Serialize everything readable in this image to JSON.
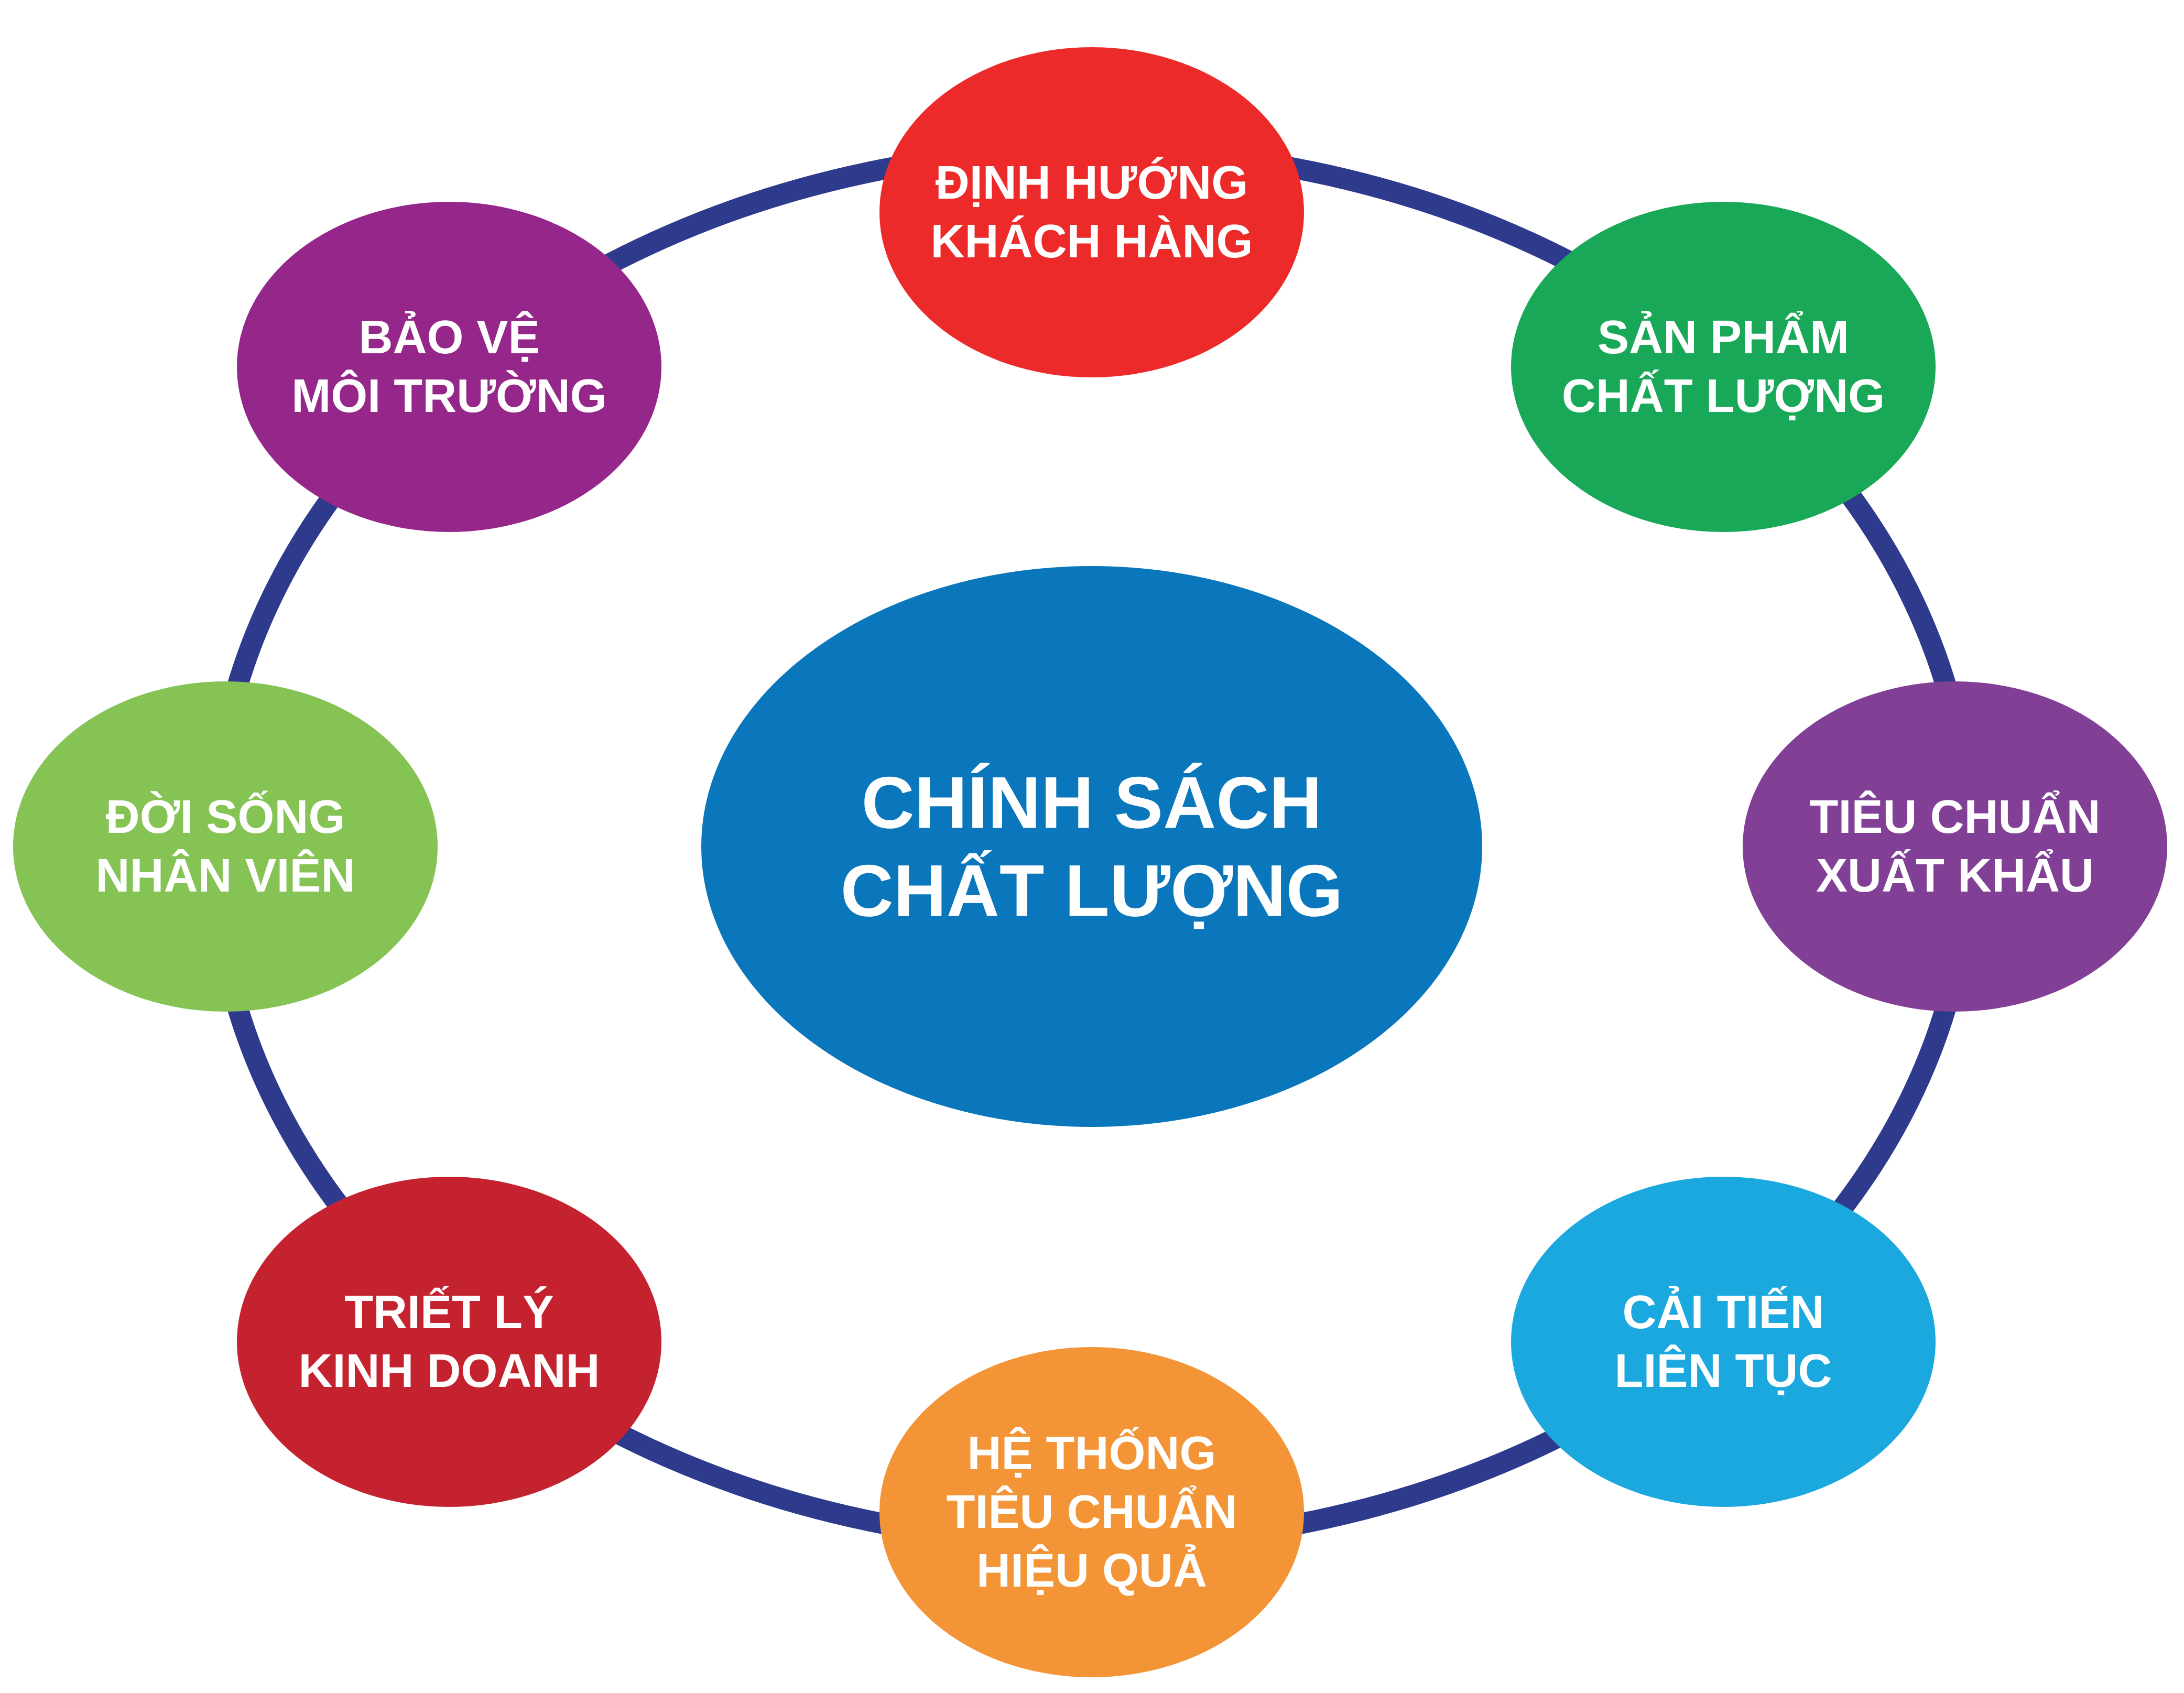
{
  "diagram": {
    "ring_color": "#2e3a8c",
    "center": {
      "lines": [
        "CHÍNH SÁCH",
        "CHẤT LƯỢNG"
      ],
      "color": "#0a76bb"
    },
    "nodes": [
      {
        "id": "dinh-huong-khach-hang",
        "lines": [
          "ĐỊNH HƯỚNG",
          "KHÁCH HÀNG"
        ],
        "color": "#ed2a2a"
      },
      {
        "id": "san-pham-chat-luong",
        "lines": [
          "SẢN PHẨM",
          "CHẤT LƯỢNG"
        ],
        "color": "#19a857"
      },
      {
        "id": "tieu-chuan-xuat-khau",
        "lines": [
          "TIÊU CHUẨN",
          "XUẤT KHẨU"
        ],
        "color": "#823f96"
      },
      {
        "id": "cai-tien-lien-tuc",
        "lines": [
          "CẢI TIẾN",
          "LIÊN TỤC"
        ],
        "color": "#1ba8de"
      },
      {
        "id": "he-thong-tieu-chuan-hieu-qua",
        "lines": [
          "HỆ THỐNG",
          "TIÊU CHUẨN",
          "HIỆU QUẢ"
        ],
        "color": "#f39436"
      },
      {
        "id": "triet-ly-kinh-doanh",
        "lines": [
          "TRIẾT LÝ",
          "KINH DOANH"
        ],
        "color": "#c5222f"
      },
      {
        "id": "doi-song-nhan-vien",
        "lines": [
          "ĐỜI SỐNG",
          "NHÂN VIÊN"
        ],
        "color": "#84c354"
      },
      {
        "id": "bao-ve-moi-truong",
        "lines": [
          "BẢO VỆ",
          "MÔI TRƯỜNG"
        ],
        "color": "#96278a"
      }
    ]
  }
}
